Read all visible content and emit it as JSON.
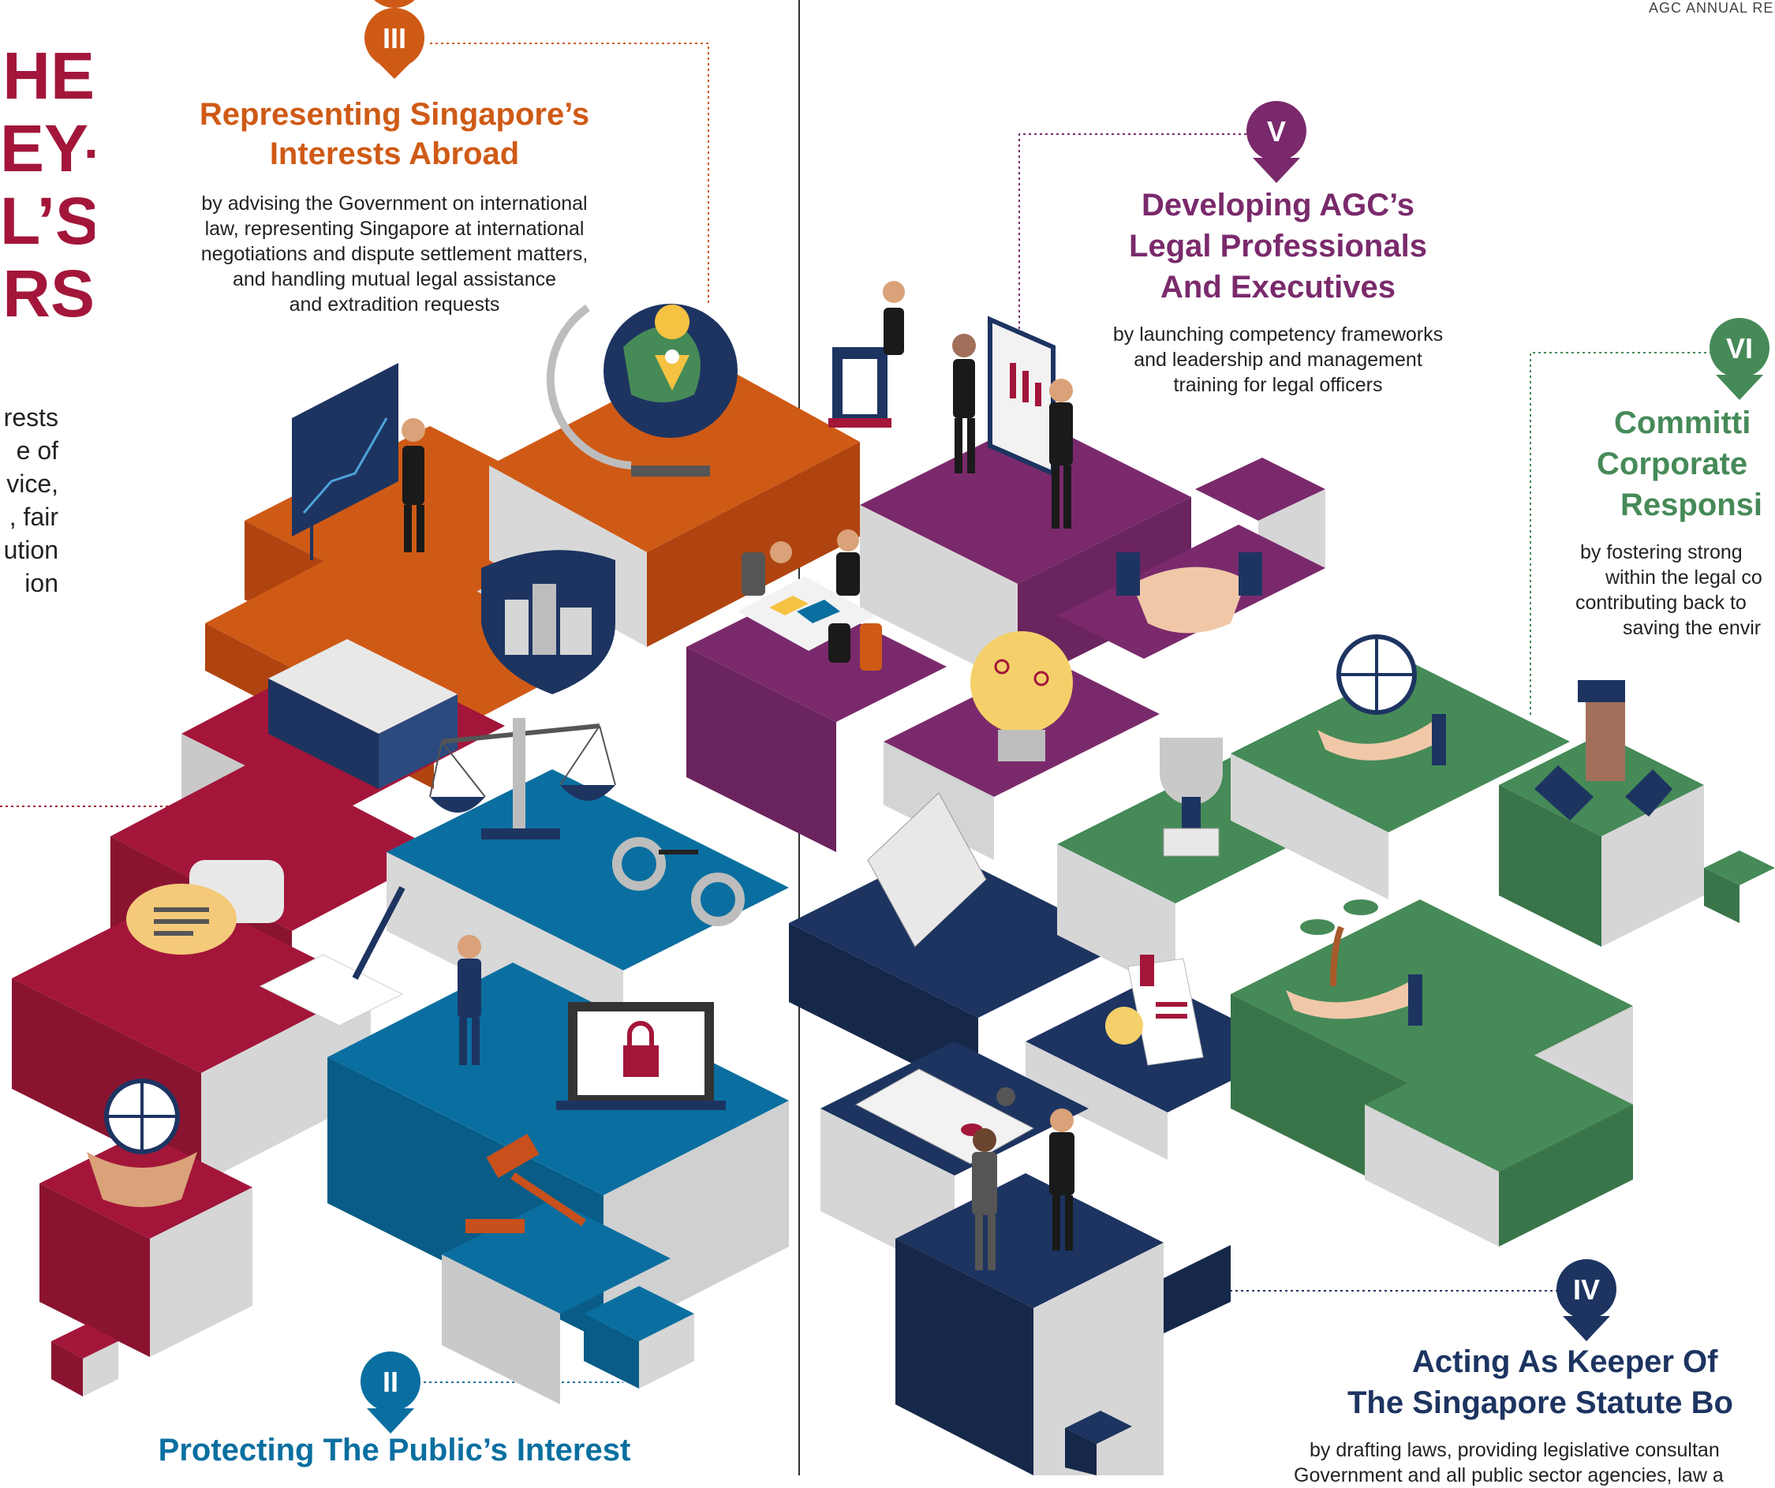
{
  "header": {
    "running_head": "AGC ANNUAL REPORT"
  },
  "left_title": {
    "lines": [
      "HE",
      "EY-",
      "L’S",
      "RS"
    ]
  },
  "left_intro": {
    "lines": [
      "rests",
      "e of",
      "vice,",
      ", fair",
      "ution",
      "ion"
    ]
  },
  "colors": {
    "orange": "#cf5a16",
    "crimson": "#a3163a",
    "blue": "#0a6fa0",
    "purple": "#7a2a6c",
    "navy": "#1d3461",
    "green": "#468a58"
  },
  "sections": {
    "iii": {
      "numeral": "III",
      "title_lines": [
        "Representing Singapore’s",
        "Interests Abroad"
      ],
      "desc_lines": [
        "by advising the Government on international",
        "law, representing Singapore at international",
        "negotiations and dispute settlement matters,",
        "and handling mutual legal assistance",
        "and extradition requests"
      ]
    },
    "v": {
      "numeral": "V",
      "title_lines": [
        "Developing AGC’s",
        "Legal Professionals",
        "And Executives"
      ],
      "desc_lines": [
        "by launching competency frameworks",
        "and leadership and management",
        "training for legal officers"
      ]
    },
    "vi": {
      "numeral": "VI",
      "title_lines": [
        "Committi",
        "Corporate",
        "Responsi"
      ],
      "desc_lines": [
        "by fostering strong",
        "within the legal co",
        "contributing back to",
        "saving the envir"
      ]
    },
    "iv": {
      "numeral": "IV",
      "title_lines": [
        "Acting As Keeper Of",
        "The Singapore Statute Bo"
      ],
      "desc_lines": [
        "by drafting laws, providing legislative consultan",
        "Government and all public sector agencies, law a"
      ]
    },
    "ii": {
      "numeral": "II",
      "title_lines": [
        "Protecting The Public’s Interest"
      ]
    }
  }
}
